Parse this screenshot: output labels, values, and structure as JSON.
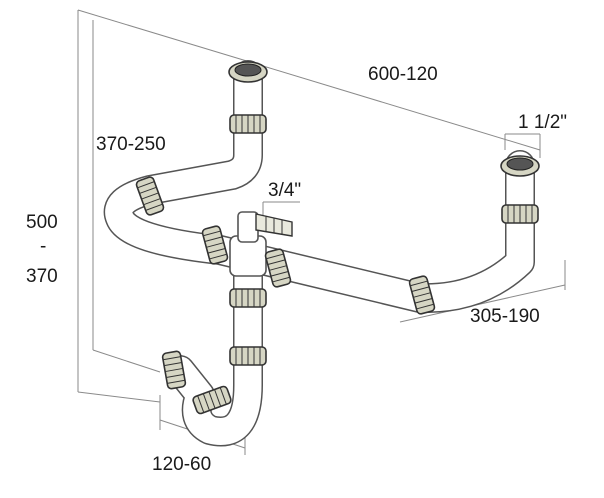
{
  "dimensions": {
    "total_height_max": "500",
    "total_height_sep": "-",
    "total_height_min": "370",
    "sink_spacing": "600-120",
    "pipe_size": "1 1/2\"",
    "left_riser_height": "370-250",
    "hose_connector": "3/4\"",
    "right_offset": "305-190",
    "trap_offset": "120-60"
  },
  "colors": {
    "pipe_fill": "#ffffff",
    "pipe_outline": "#555555",
    "nut_fill": "#d6d6c4",
    "nut_outline": "#333333",
    "dimension_line": "#8a8a8a",
    "text": "#1a1a1a"
  }
}
